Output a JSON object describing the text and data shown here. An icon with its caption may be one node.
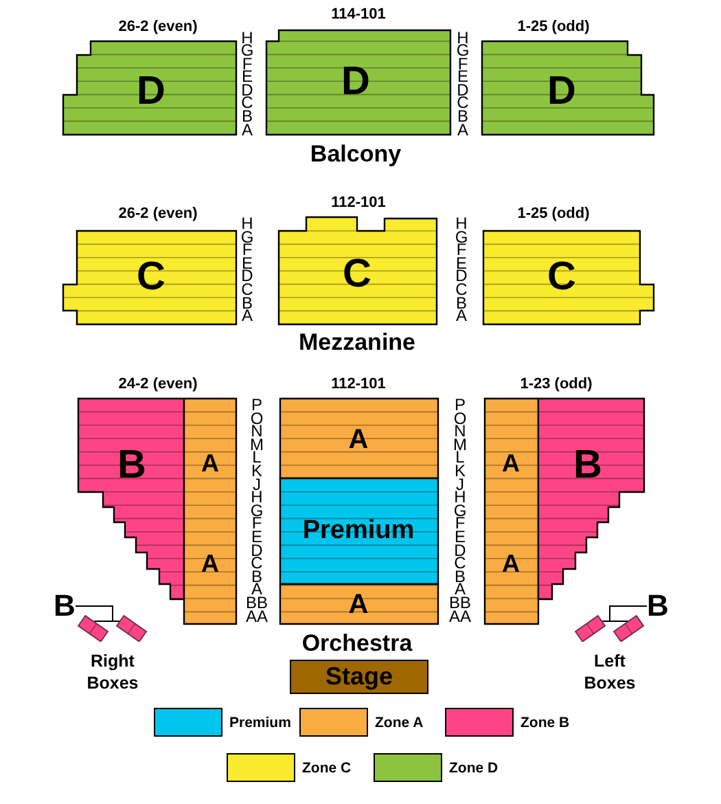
{
  "diagram": {
    "nodes": [
      {
        "text": [
          "26-2 (even)",
          "D"
        ]
      },
      {
        "text": [
          "114-101",
          "D"
        ]
      },
      {
        "text": [
          "1-25 (odd)",
          "D"
        ]
      },
      {
        "text": [
          "26-2 (even)",
          "C"
        ]
      },
      {
        "text": [
          "112-101",
          "C"
        ]
      },
      {
        "text": [
          "1-25 (odd)",
          "C"
        ]
      },
      {
        "text": [
          "B"
        ]
      },
      {
        "text": [
          "A",
          "A"
        ]
      },
      {
        "text": [
          "112-101",
          "A"
        ]
      },
      {
        "text": [
          "Premium"
        ]
      },
      {
        "text": [
          "A"
        ]
      },
      {
        "text": [
          "A",
          "A"
        ]
      },
      {
        "text": [
          "B"
        ]
      },
      {
        "text": [
          "B"
        ]
      },
      {
        "text": [],
        "shape": "box"
      },
      {
        "text": [],
        "shape": "box"
      },
      {
        "text": [
          "B"
        ]
      },
      {
        "text": [],
        "shape": "box"
      },
      {
        "text": [],
        "shape": "box"
      },
      {
        "text": [
          "Stage"
        ]
      }
    ],
    "edges": [
      {
        "from": 13,
        "to": 14,
        "arrow": "none"
      },
      {
        "from": 13,
        "to": 15,
        "arrow": "none"
      },
      {
        "from": 16,
        "to": 17,
        "arrow": "none"
      },
      {
        "from": 16,
        "to": 18,
        "arrow": "none"
      }
    ],
    "labels": [
      "H G F E D C B A",
      "H G F E D C B A",
      "Balcony",
      "H G F E D C B A",
      "H G F E D C B A",
      "Mezzanine",
      "24-2 (even)",
      "1-23 (odd)",
      "P O N M L K J H G F E D C B A BB AA",
      "P O N M L K J H G F E D C B A BB AA",
      "Orchestra",
      "Right Boxes",
      "Left Boxes"
    ],
    "legend": [
      {
        "text": "Premium",
        "color": "#00c5ec"
      },
      {
        "text": "Zone A",
        "color": "#f9ac42"
      },
      {
        "text": "Zone B",
        "color": "#fd4586"
      },
      {
        "text": "Zone C",
        "color": "#f9eb2d"
      },
      {
        "text": "Zone D",
        "color": "#8cc43f"
      }
    ]
  }
}
